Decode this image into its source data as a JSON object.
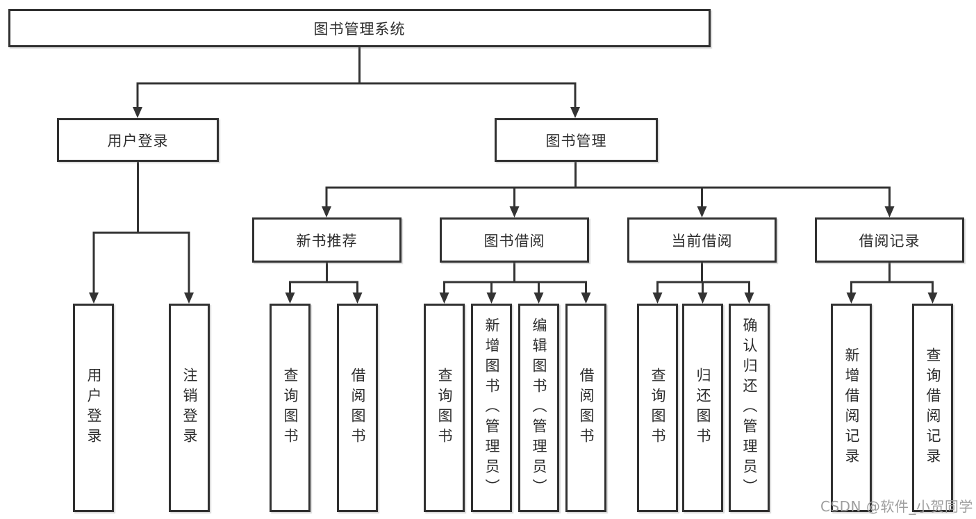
{
  "diagram_type": "function-structure-tree",
  "tree": {
    "label": "图书管理系统",
    "children": [
      {
        "label": "用户登录",
        "children": [
          {
            "label": "用户登录"
          },
          {
            "label": "注销登录"
          }
        ]
      },
      {
        "label": "图书管理",
        "children": [
          {
            "label": "新书推荐",
            "children": [
              {
                "label": "查询图书"
              },
              {
                "label": "借阅图书"
              }
            ]
          },
          {
            "label": "图书借阅",
            "children": [
              {
                "label": "查询图书"
              },
              {
                "label": "新增图书（管理员）"
              },
              {
                "label": "编辑图书（管理员）"
              },
              {
                "label": "借阅图书"
              }
            ]
          },
          {
            "label": "当前借阅",
            "children": [
              {
                "label": "查询图书"
              },
              {
                "label": "归还图书"
              },
              {
                "label": "确认归还（管理员）"
              }
            ]
          },
          {
            "label": "借阅记录",
            "children": [
              {
                "label": "新增借阅记录"
              },
              {
                "label": "查询借阅记录"
              }
            ]
          }
        ]
      }
    ]
  },
  "watermark": {
    "text": "CSDN @软件_小贺同学"
  },
  "colors": {
    "background": "#ffffff",
    "line": "#333333",
    "node_border": "#313131",
    "node_fill": "#ffffff",
    "text": "#2d2d2d",
    "watermark": "#9e9e9e"
  }
}
